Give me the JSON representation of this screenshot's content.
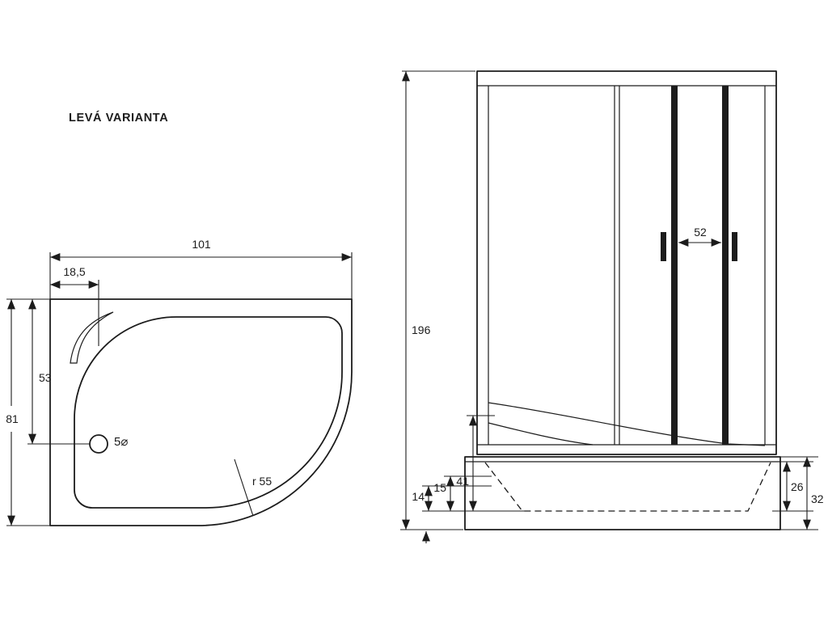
{
  "title": "LEVÁ VARIANTA",
  "colors": {
    "line": "#1c1c1c",
    "background": "#ffffff"
  },
  "top_view": {
    "width": "101",
    "edge_offset": "18,5",
    "depth": "81",
    "drain_offset": "53",
    "drain_diameter": "5⌀",
    "corner_radius": "r 55"
  },
  "front_view": {
    "overall_height": "196",
    "door_opening": "52",
    "base_dims_left": [
      "41",
      "15",
      "14"
    ],
    "base_dims_right": [
      "26",
      "32"
    ]
  }
}
